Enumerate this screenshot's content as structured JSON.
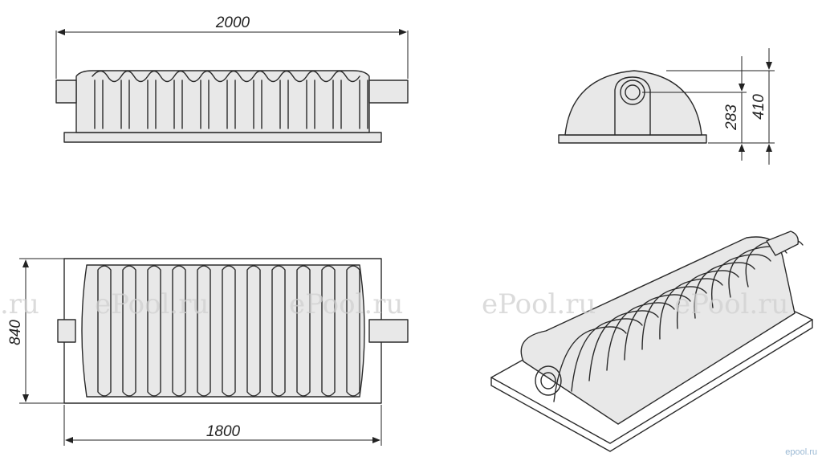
{
  "dimensions": {
    "top_length": "2000",
    "height_full": "410",
    "height_inlet": "283",
    "base_width": "840",
    "base_length": "1800"
  },
  "watermarks": [
    "ePool.ru",
    "ePool.ru",
    "ePool.ru",
    "ePool.ru",
    ".ru"
  ],
  "corner_logo": "epool.ru"
}
